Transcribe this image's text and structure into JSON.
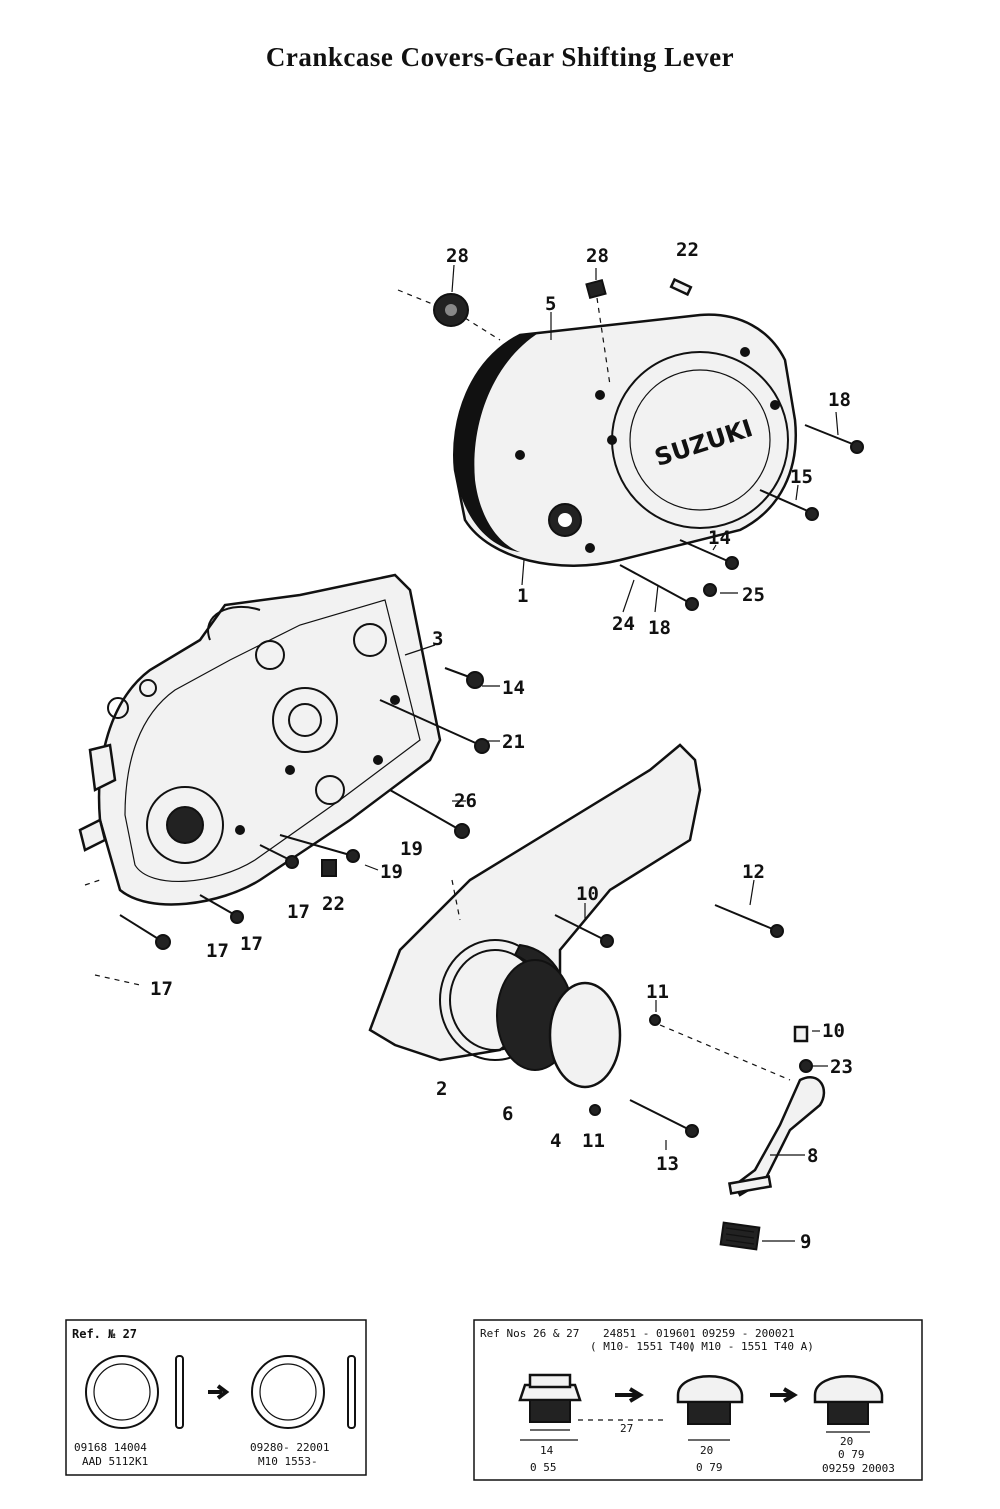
{
  "title": "Crankcase Covers-Gear Shifting Lever",
  "callouts": {
    "c28a": "28",
    "c28b": "28",
    "c22a": "22",
    "c5": "5",
    "c18a": "18",
    "c15": "15",
    "c14a": "14",
    "c25": "25",
    "c1": "1",
    "c24": "24",
    "c18b": "18",
    "c3": "3",
    "c14b": "14",
    "c21": "21",
    "c26": "26",
    "c19a": "19",
    "c19b": "19",
    "c22b": "22",
    "c17a": "17",
    "c17b": "17",
    "c17c": "17",
    "c17d": "17",
    "c12": "12",
    "c10a": "10",
    "c11a": "11",
    "c10b": "10",
    "c23": "23",
    "c2": "2",
    "c6": "6",
    "c4": "4",
    "c11b": "11",
    "c13": "13",
    "c8": "8",
    "c9": "9"
  },
  "cover_logo": "SUZUKI",
  "inset_left": {
    "header": "Ref. № 27",
    "old_part": "09168  14004",
    "old_code": "AAD  5112K1",
    "new_part": "09280- 22001",
    "new_code": "M10  1553-"
  },
  "inset_right": {
    "header_ref": "Ref  Nos  26 & 27",
    "header_part1": "24851 - 019601",
    "header_code1": "( M10- 1551 T40)",
    "header_part2": "09259 - 200021",
    "header_code2": "( M10 - 1551 T40 A)",
    "ref_27": "27",
    "dim1": "14",
    "dim1_in": "0 55",
    "dim2": "20",
    "dim2_in": "0 79",
    "dim3": "20",
    "dim3_in": "0 79",
    "final_part": "09259  20003"
  }
}
